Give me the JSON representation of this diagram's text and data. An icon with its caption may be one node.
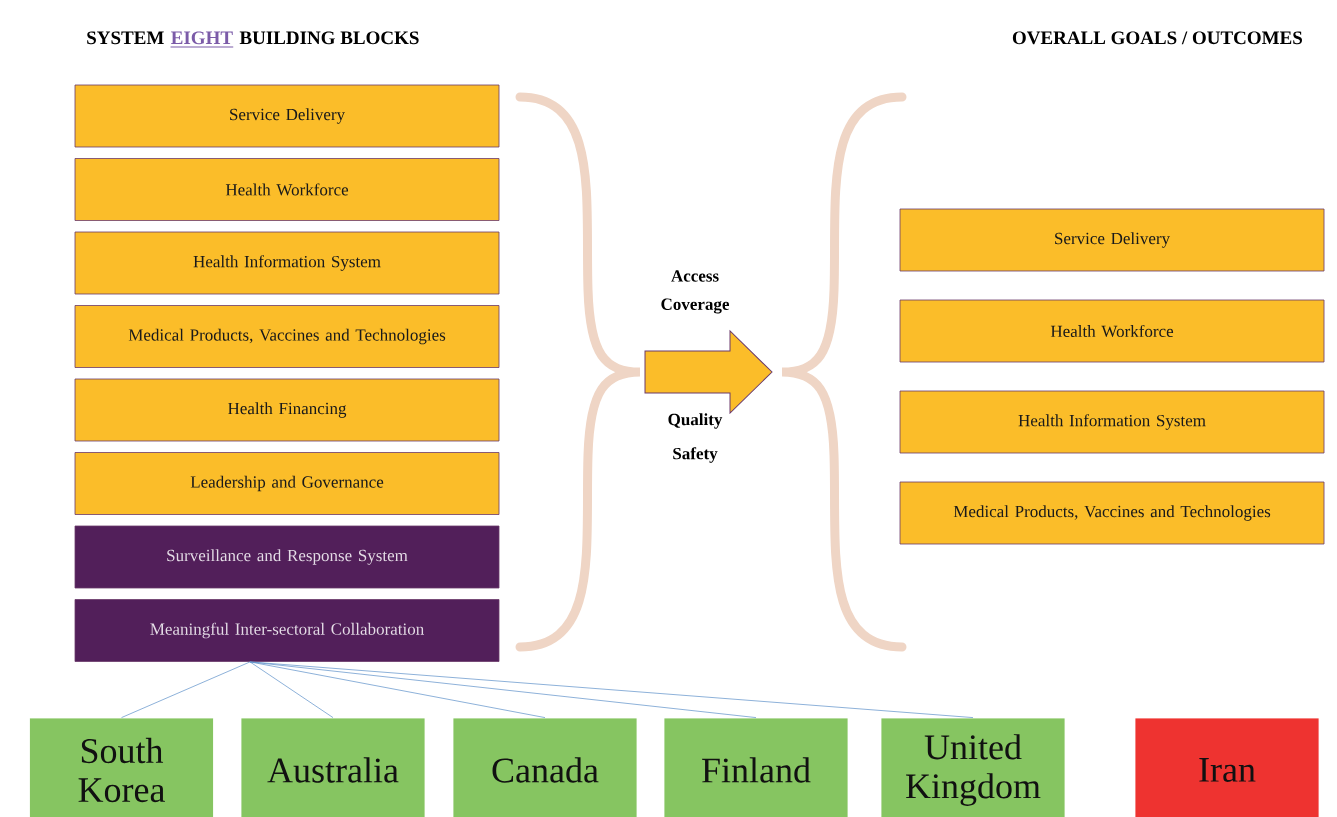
{
  "diagram": {
    "nodes": [
      {
        "text": [
          "Service Delivery"
        ]
      },
      {
        "text": [
          "Health Workforce"
        ]
      },
      {
        "text": [
          "Health Information System"
        ]
      },
      {
        "text": [
          "Medical Products, Vaccines and Technologies"
        ]
      },
      {
        "text": [
          "Health Financing"
        ]
      },
      {
        "text": [
          "Leadership and Governance"
        ]
      },
      {
        "text": [
          "Surveillance and Response System"
        ]
      },
      {
        "text": [
          "Meaningful Inter-sectoral Collaboration"
        ]
      },
      {
        "text": [
          "Service Delivery"
        ]
      },
      {
        "text": [
          "Health Workforce"
        ]
      },
      {
        "text": [
          "Health Information System"
        ]
      },
      {
        "text": [
          "Medical Products, Vaccines and Technologies"
        ]
      },
      {
        "text": [
          "South Korea"
        ]
      },
      {
        "text": [
          "Australia"
        ]
      },
      {
        "text": [
          "Canada"
        ]
      },
      {
        "text": [
          "Finland"
        ]
      },
      {
        "text": [
          "United Kingdom"
        ]
      },
      {
        "text": [
          "Iran"
        ]
      }
    ],
    "edges": [
      {
        "from": 7,
        "to": 12,
        "arrow": "none"
      },
      {
        "from": 7,
        "to": 13,
        "arrow": "none"
      },
      {
        "from": 7,
        "to": 14,
        "arrow": "none"
      },
      {
        "from": 7,
        "to": 15,
        "arrow": "none"
      },
      {
        "from": 7,
        "to": 16,
        "arrow": "none"
      }
    ],
    "labels": [
      "SYSTEM",
      "EIGHT",
      "BUILDING BLOCKS",
      "OVERALL GOALS / OUTCOMES",
      "Access",
      "Coverage",
      "Quality",
      "Safety"
    ]
  }
}
